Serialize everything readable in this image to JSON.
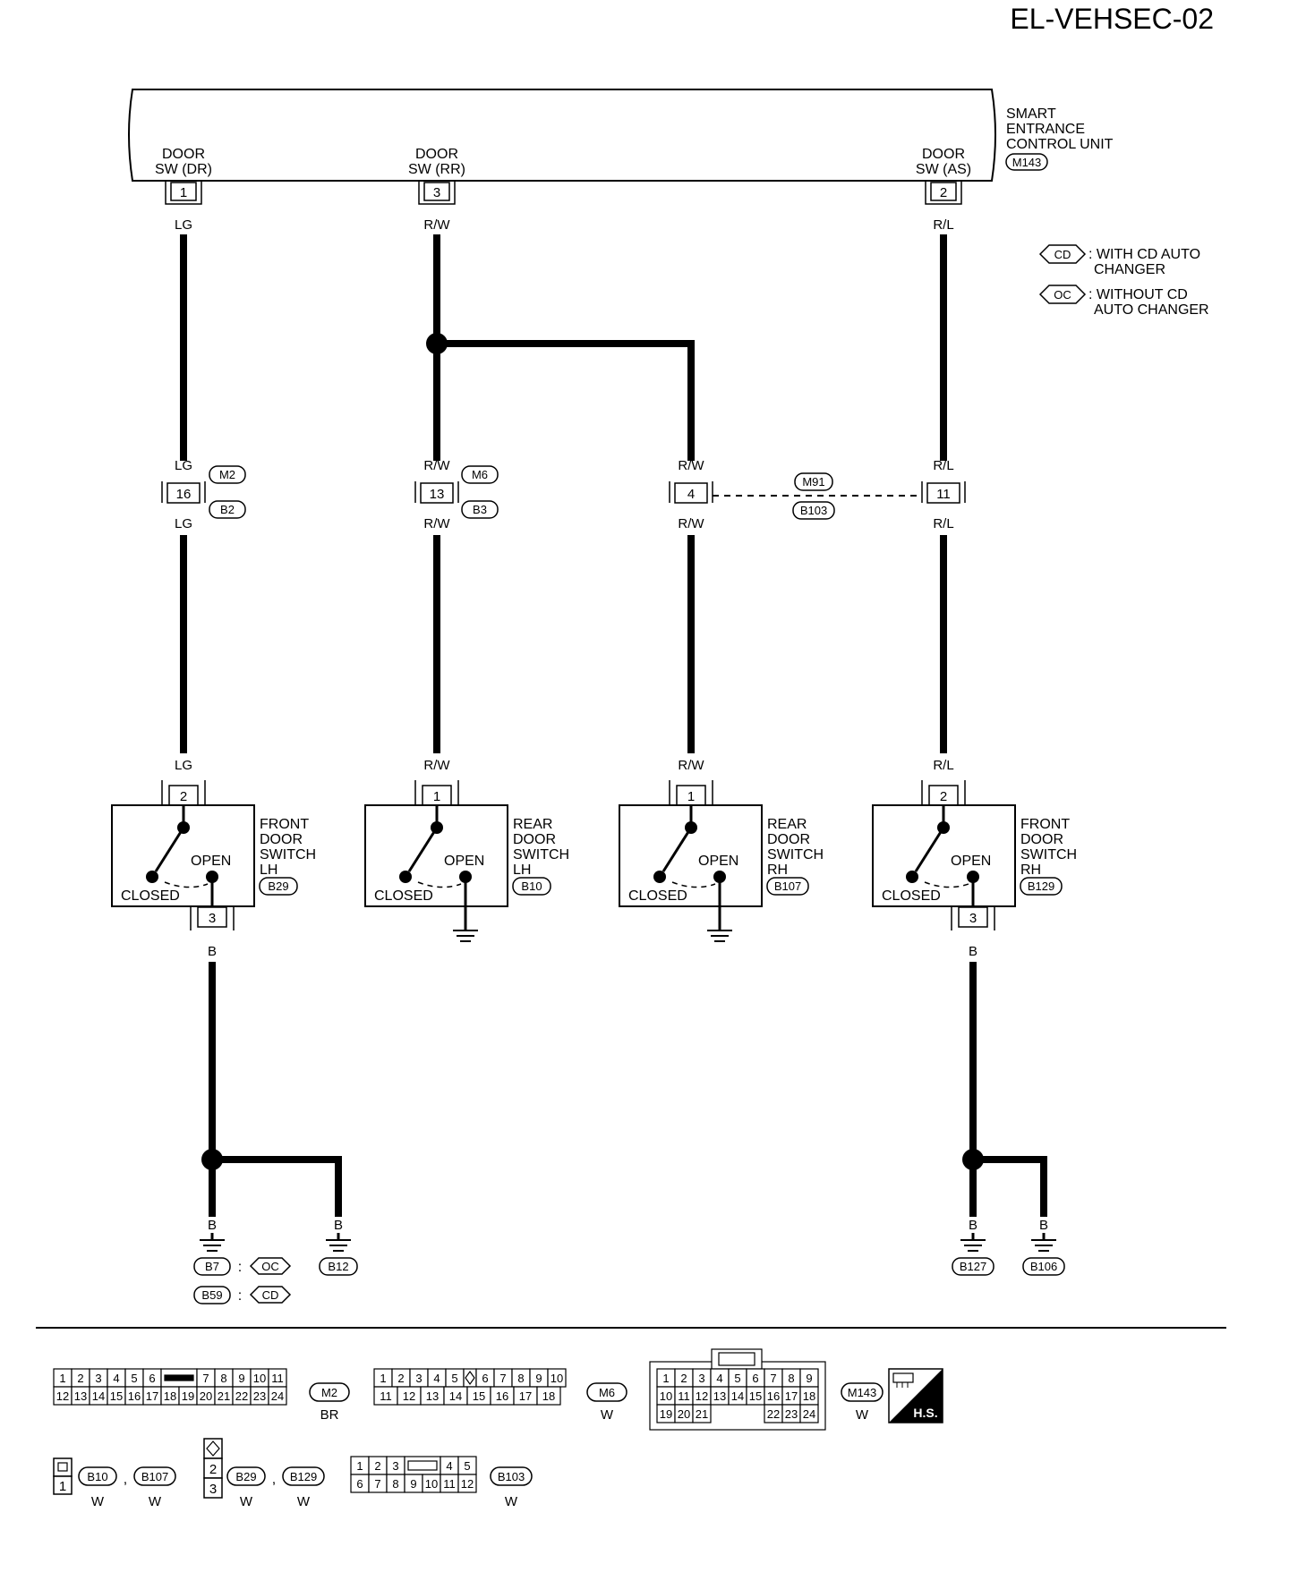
{
  "title": "EL-VEHSEC-02",
  "control_unit": {
    "name_lines": [
      "SMART",
      "ENTRANCE",
      "CONTROL UNIT"
    ],
    "connector": "M143",
    "terminals": [
      {
        "name_lines": [
          "DOOR",
          "SW (DR)"
        ],
        "pin": "1",
        "wire": "LG"
      },
      {
        "name_lines": [
          "DOOR",
          "SW (RR)"
        ],
        "pin": "3",
        "wire": "R/W"
      },
      {
        "name_lines": [
          "DOOR",
          "SW (AS)"
        ],
        "pin": "2",
        "wire": "R/L"
      }
    ]
  },
  "legend": [
    {
      "code": "CD",
      "text_lines": [
        ": WITH CD AUTO",
        "CHANGER"
      ]
    },
    {
      "code": "OC",
      "text_lines": [
        ": WITHOUT CD",
        "AUTO CHANGER"
      ]
    }
  ],
  "joints": [
    {
      "pin": "16",
      "wire": "LG",
      "conn_top": "M2",
      "conn_bottom": "B2"
    },
    {
      "pin": "13",
      "wire": "R/W",
      "conn_top": "M6",
      "conn_bottom": "B3"
    },
    {
      "pin": "4",
      "wire": "R/W"
    },
    {
      "pin": "11",
      "wire": "R/L"
    },
    {
      "conn_top": "M91",
      "conn_bottom": "B103"
    }
  ],
  "switches": [
    {
      "name_lines": [
        "FRONT",
        "DOOR",
        "SWITCH",
        "LH"
      ],
      "connector": "B29",
      "pin_top": "2",
      "pin_bottom": "3",
      "wire_in": "LG",
      "wire_out": "B",
      "closed": "CLOSED",
      "open": "OPEN"
    },
    {
      "name_lines": [
        "REAR",
        "DOOR",
        "SWITCH",
        "LH"
      ],
      "connector": "B10",
      "pin_top": "1",
      "wire_in": "R/W",
      "closed": "CLOSED",
      "open": "OPEN"
    },
    {
      "name_lines": [
        "REAR",
        "DOOR",
        "SWITCH",
        "RH"
      ],
      "connector": "B107",
      "pin_top": "1",
      "wire_in": "R/W",
      "closed": "CLOSED",
      "open": "OPEN"
    },
    {
      "name_lines": [
        "FRONT",
        "DOOR",
        "SWITCH",
        "RH"
      ],
      "connector": "B129",
      "pin_top": "2",
      "pin_bottom": "3",
      "wire_in": "R/L",
      "wire_out": "B",
      "closed": "CLOSED",
      "open": "OPEN"
    }
  ],
  "grounds": [
    {
      "wire": "B",
      "label": "B7",
      "cond": "OC",
      "label2": "B59",
      "cond2": "CD"
    },
    {
      "wire": "B",
      "label": "B12"
    },
    {
      "wire": "B",
      "label": "B127"
    },
    {
      "wire": "B",
      "label": "B106"
    }
  ],
  "connector_views": {
    "m2": {
      "name": "M2",
      "color": "BR",
      "row1": [
        "1",
        "2",
        "3",
        "4",
        "5",
        "6",
        "7",
        "8",
        "9",
        "10",
        "11"
      ],
      "row2": [
        "12",
        "13",
        "14",
        "15",
        "16",
        "17",
        "18",
        "19",
        "20",
        "21",
        "22",
        "23",
        "24"
      ]
    },
    "m6": {
      "name": "M6",
      "color": "W",
      "row1": [
        "1",
        "2",
        "3",
        "4",
        "5",
        "6",
        "7",
        "8",
        "9",
        "10"
      ],
      "row2": [
        "11",
        "12",
        "13",
        "14",
        "15",
        "16",
        "17",
        "18"
      ]
    },
    "m143": {
      "name": "M143",
      "color": "W",
      "row1": [
        "1",
        "2",
        "3",
        "4",
        "5",
        "6",
        "7",
        "8",
        "9"
      ],
      "row2": [
        "10",
        "11",
        "12",
        "13",
        "14",
        "15",
        "16",
        "17",
        "18"
      ],
      "row3": [
        "19",
        "20",
        "21",
        "22",
        "23",
        "24"
      ]
    },
    "hs_label": "H.S.",
    "b10_group": {
      "pin": "1",
      "names": [
        "B10",
        "B107"
      ],
      "colors": [
        "W",
        "W"
      ]
    },
    "b29_group": {
      "pins": [
        "2",
        "3"
      ],
      "names": [
        "B29",
        "B129"
      ],
      "colors": [
        "W",
        "W"
      ]
    },
    "b103": {
      "name": "B103",
      "color": "W",
      "row1": [
        "1",
        "2",
        "3",
        "4",
        "5"
      ],
      "row2": [
        "6",
        "7",
        "8",
        "9",
        "10",
        "11",
        "12"
      ]
    }
  }
}
